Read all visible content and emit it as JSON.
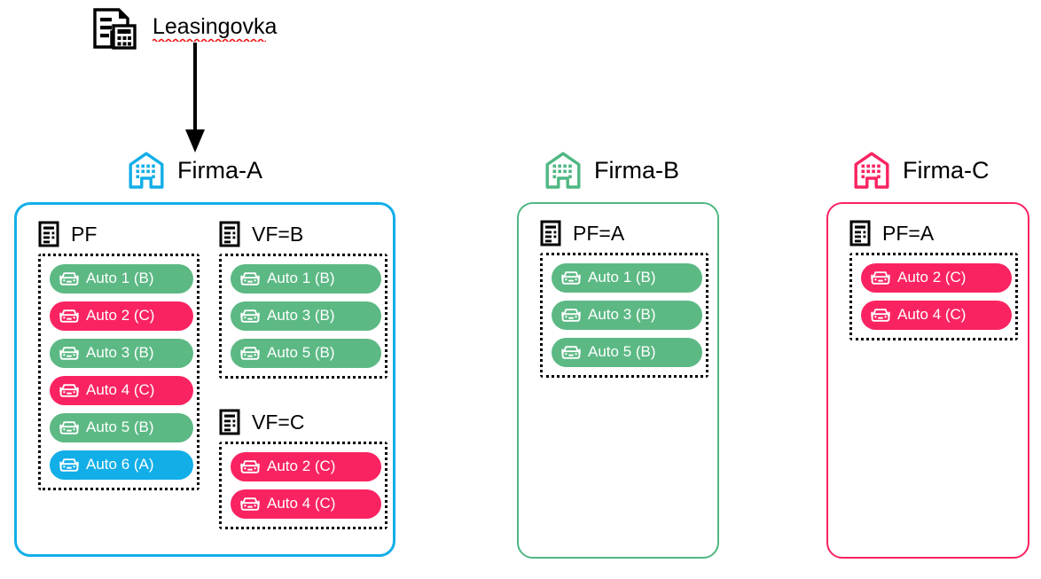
{
  "colors": {
    "green": "#5CB984",
    "pink": "#FA2361",
    "cyan": "#12AEE8",
    "black": "#000000",
    "white": "#FFFFFF",
    "spellcheck_red": "#F01414"
  },
  "source": {
    "label": "Leasingovka",
    "icon": "document-calculator-icon",
    "arrow_icon": "down-arrow-icon"
  },
  "firmy": [
    {
      "id": "firma-a",
      "title": "Firma-A",
      "icon": "building-icon",
      "accent": "#12AEE8",
      "groups": [
        {
          "id": "pf",
          "label": "PF",
          "icon": "file-icon",
          "cars": [
            {
              "label": "Auto 1 (B)",
              "color": "#5CB984"
            },
            {
              "label": "Auto 2 (C)",
              "color": "#FA2361"
            },
            {
              "label": "Auto 3 (B)",
              "color": "#5CB984"
            },
            {
              "label": "Auto 4 (C)",
              "color": "#FA2361"
            },
            {
              "label": "Auto 5 (B)",
              "color": "#5CB984"
            },
            {
              "label": "Auto 6 (A)",
              "color": "#12AEE8"
            }
          ]
        },
        {
          "id": "vf-b",
          "label": "VF=B",
          "icon": "file-icon",
          "cars": [
            {
              "label": "Auto 1 (B)",
              "color": "#5CB984"
            },
            {
              "label": "Auto 3 (B)",
              "color": "#5CB984"
            },
            {
              "label": "Auto 5 (B)",
              "color": "#5CB984"
            }
          ]
        },
        {
          "id": "vf-c",
          "label": "VF=C",
          "icon": "file-icon",
          "cars": [
            {
              "label": "Auto 2 (C)",
              "color": "#FA2361"
            },
            {
              "label": "Auto 4 (C)",
              "color": "#FA2361"
            }
          ]
        }
      ]
    },
    {
      "id": "firma-b",
      "title": "Firma-B",
      "icon": "building-icon",
      "accent": "#4FB783",
      "groups": [
        {
          "id": "pf-a-b",
          "label": "PF=A",
          "icon": "file-icon",
          "cars": [
            {
              "label": "Auto 1 (B)",
              "color": "#5CB984"
            },
            {
              "label": "Auto 3 (B)",
              "color": "#5CB984"
            },
            {
              "label": "Auto 5 (B)",
              "color": "#5CB984"
            }
          ]
        }
      ]
    },
    {
      "id": "firma-c",
      "title": "Firma-C",
      "icon": "building-icon",
      "accent": "#FA2361",
      "groups": [
        {
          "id": "pf-a-c",
          "label": "PF=A",
          "icon": "file-icon",
          "cars": [
            {
              "label": "Auto 2 (C)",
              "color": "#FA2361"
            },
            {
              "label": "Auto 4 (C)",
              "color": "#FA2361"
            }
          ]
        }
      ]
    }
  ]
}
